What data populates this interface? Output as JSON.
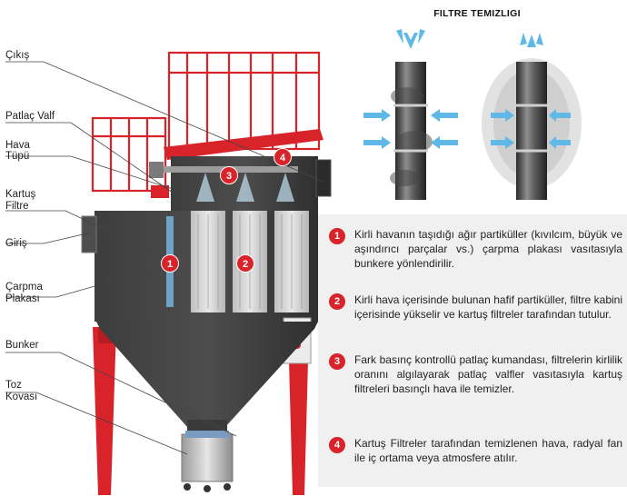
{
  "title": "FILTRE TEMIZLIGI",
  "labels": {
    "cikis": "Çıkış",
    "patlac_valf": "Patlaç Valf",
    "hava_1": "Hava",
    "hava_2": "Tüpü",
    "kartus_1": "Kartuş",
    "kartus_2": "Filtre",
    "giris": "Giriş",
    "carpma_1": "Çarpma",
    "carpma_2": "Plakası",
    "bunker": "Bunker",
    "toz_1": "Toz",
    "toz_2": "Kovası"
  },
  "markers": [
    "1",
    "2",
    "3",
    "4"
  ],
  "descriptions": [
    {
      "num": "1",
      "text": "Kirli havanın taşıdığı ağır partiküller (kıvılcım, büyük ve aşındırıcı parçalar vs.) çarpma plakası vasıtasıyla bunkere yönlendirilir."
    },
    {
      "num": "2",
      "text": "Kirli hava içerisinde bulunan hafif partiküller, filtre kabini içerisinde yükselir ve kartuş filtreler tarafından tutulur."
    },
    {
      "num": "3",
      "text": "Fark basınç kontrollü patlaç kumandası, filtrelerin kirlilik oranını algılayarak patlaç valfler vasıtasıyla kartuş filtreleri basınçlı hava ile temizler."
    },
    {
      "num": "4",
      "text": "Kartuş Filtreler tarafından temizlenen hava, radyal fan ile iç ortama veya atmosfere atılır."
    }
  ],
  "colors": {
    "accent_red": "#d8232a",
    "body_dark": "#3b3b3b",
    "filter_light": "#d9d9d9",
    "arrow_blue": "#5fb8e6"
  }
}
